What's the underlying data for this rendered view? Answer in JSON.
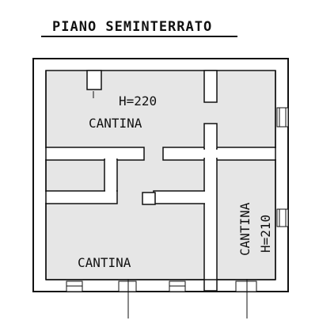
{
  "title": "PIANO SEMINTERRATO",
  "rooms": [
    {
      "id": "top-left",
      "label": "CANTINA",
      "height": "H=220"
    },
    {
      "id": "bottom-left",
      "label": "CANTINA"
    },
    {
      "id": "right",
      "label": "CANTINA",
      "height": "H=210"
    }
  ],
  "colors": {
    "wall_fill": "#ffffff",
    "wall_stroke": "#111111",
    "room_fill": "#e6e6e6",
    "text": "#111111"
  }
}
